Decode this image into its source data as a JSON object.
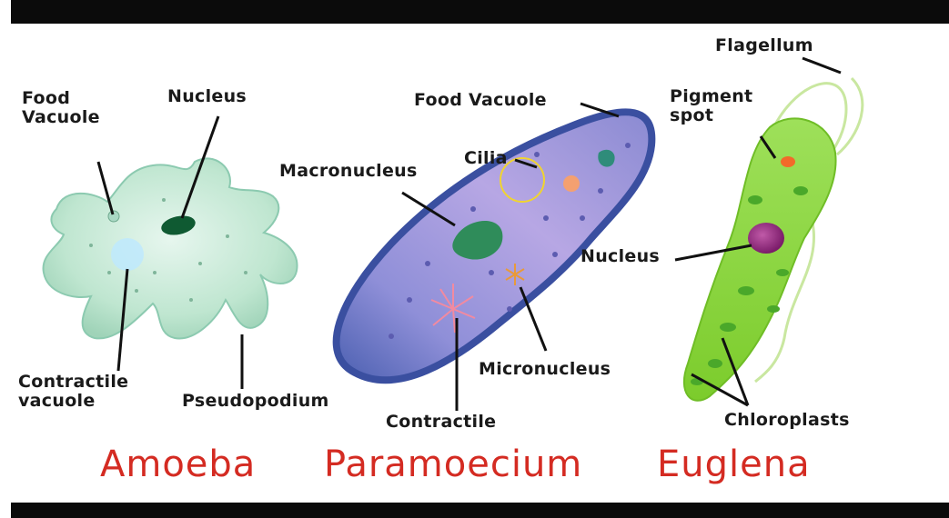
{
  "organisms": {
    "amoeba": {
      "name": "Amoeba",
      "labels": {
        "food_vacuole": "Food\nVacuole",
        "nucleus": "Nucleus",
        "contractile_vacuole": "Contractile\nvacuole",
        "pseudopodium": "Pseudopodium"
      }
    },
    "paramoecium": {
      "name": "Paramoecium",
      "labels": {
        "food_vacuole": "Food Vacuole",
        "cilia": "Cilia",
        "macronucleus": "Macronucleus",
        "micronucleus": "Micronucleus",
        "contractile": "Contractile"
      }
    },
    "euglena": {
      "name": "Euglena",
      "labels": {
        "flagellum": "Flagellum",
        "pigment_spot": "Pigment\nspot",
        "nucleus": "Nucleus",
        "chloroplasts": "Chloroplasts"
      }
    }
  },
  "colors": {
    "title": "#d42b22",
    "amoeba_body": "#bfe6d0",
    "paramoecium_body": "#9f93d6",
    "euglena_body": "#8fd63c"
  }
}
